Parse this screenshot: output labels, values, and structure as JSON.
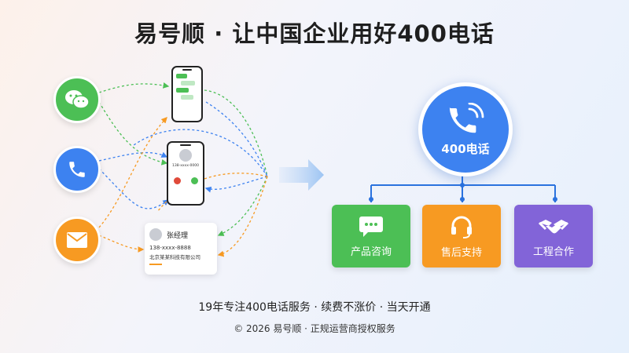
{
  "header": {
    "title": "易号顺 · 让中国企业用好400电话"
  },
  "channels": {
    "contact_card": {
      "name": "张经理",
      "phone": "138-xxxx-8888",
      "company": "北京某某科技有限公司"
    },
    "phone_screen": {
      "number": "138-xxxx-0000"
    }
  },
  "hub": {
    "label": "400电话"
  },
  "services": [
    {
      "label": "产品咨询",
      "color": "#4cbf55"
    },
    {
      "label": "售后支持",
      "color": "#f79a22"
    },
    {
      "label": "工程合作",
      "color": "#8264d8"
    }
  ],
  "colors": {
    "wechat": "#4cbf55",
    "phone": "#3d82f0",
    "mail": "#f79a22",
    "hub": "#3d82f0"
  },
  "footer": {
    "tagline": "19年专注400电话服务 · 续费不涨价 · 当天开通",
    "copyright": "© 2026 易号顺 · 正规运营商授权服务"
  }
}
